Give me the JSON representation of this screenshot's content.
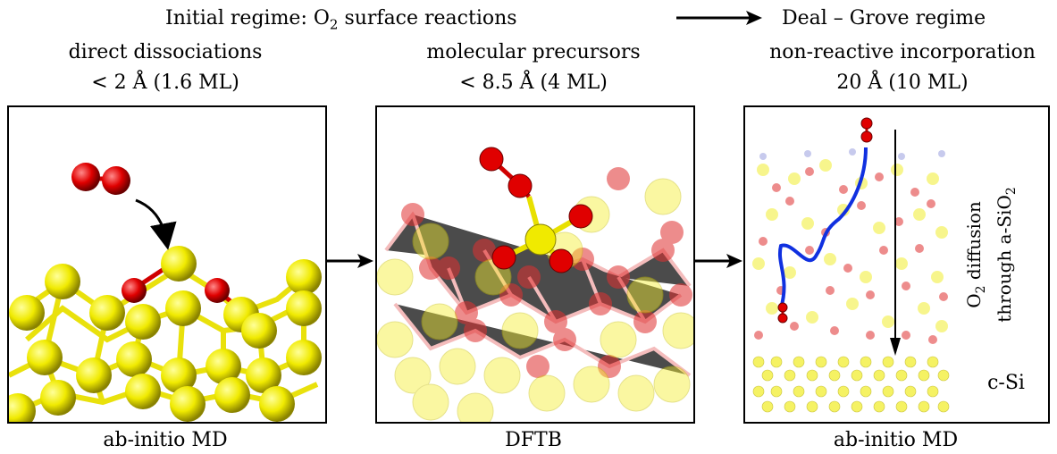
{
  "header": {
    "initial_regime_label": "Initial regime: O",
    "initial_regime_sub": "2",
    "initial_regime_rest": " surface reactions",
    "deal_grove_label": "Deal – Grove regime"
  },
  "panels": [
    {
      "title": "direct dissociations",
      "depth": "< 2 Å (1.6 ML)",
      "method": "ab-initio MD"
    },
    {
      "title": "molecular precursors",
      "depth": "< 8.5 Å (4 ML)",
      "method": "DFTB"
    },
    {
      "title": "non-reactive incorporation",
      "depth": "20 Å (10 ML)",
      "method": "ab-initio MD",
      "side_label_line1": "O",
      "side_label_sub1": "2",
      "side_label_rest1": " diffusion",
      "side_label_line2": "through a-SiO",
      "side_label_sub2": "2",
      "region_label": "c-Si"
    }
  ],
  "colors": {
    "oxygen": "#e00000",
    "silicon": "#f2ee00",
    "path": "#1030e0",
    "bond_si": "#e8e000"
  }
}
